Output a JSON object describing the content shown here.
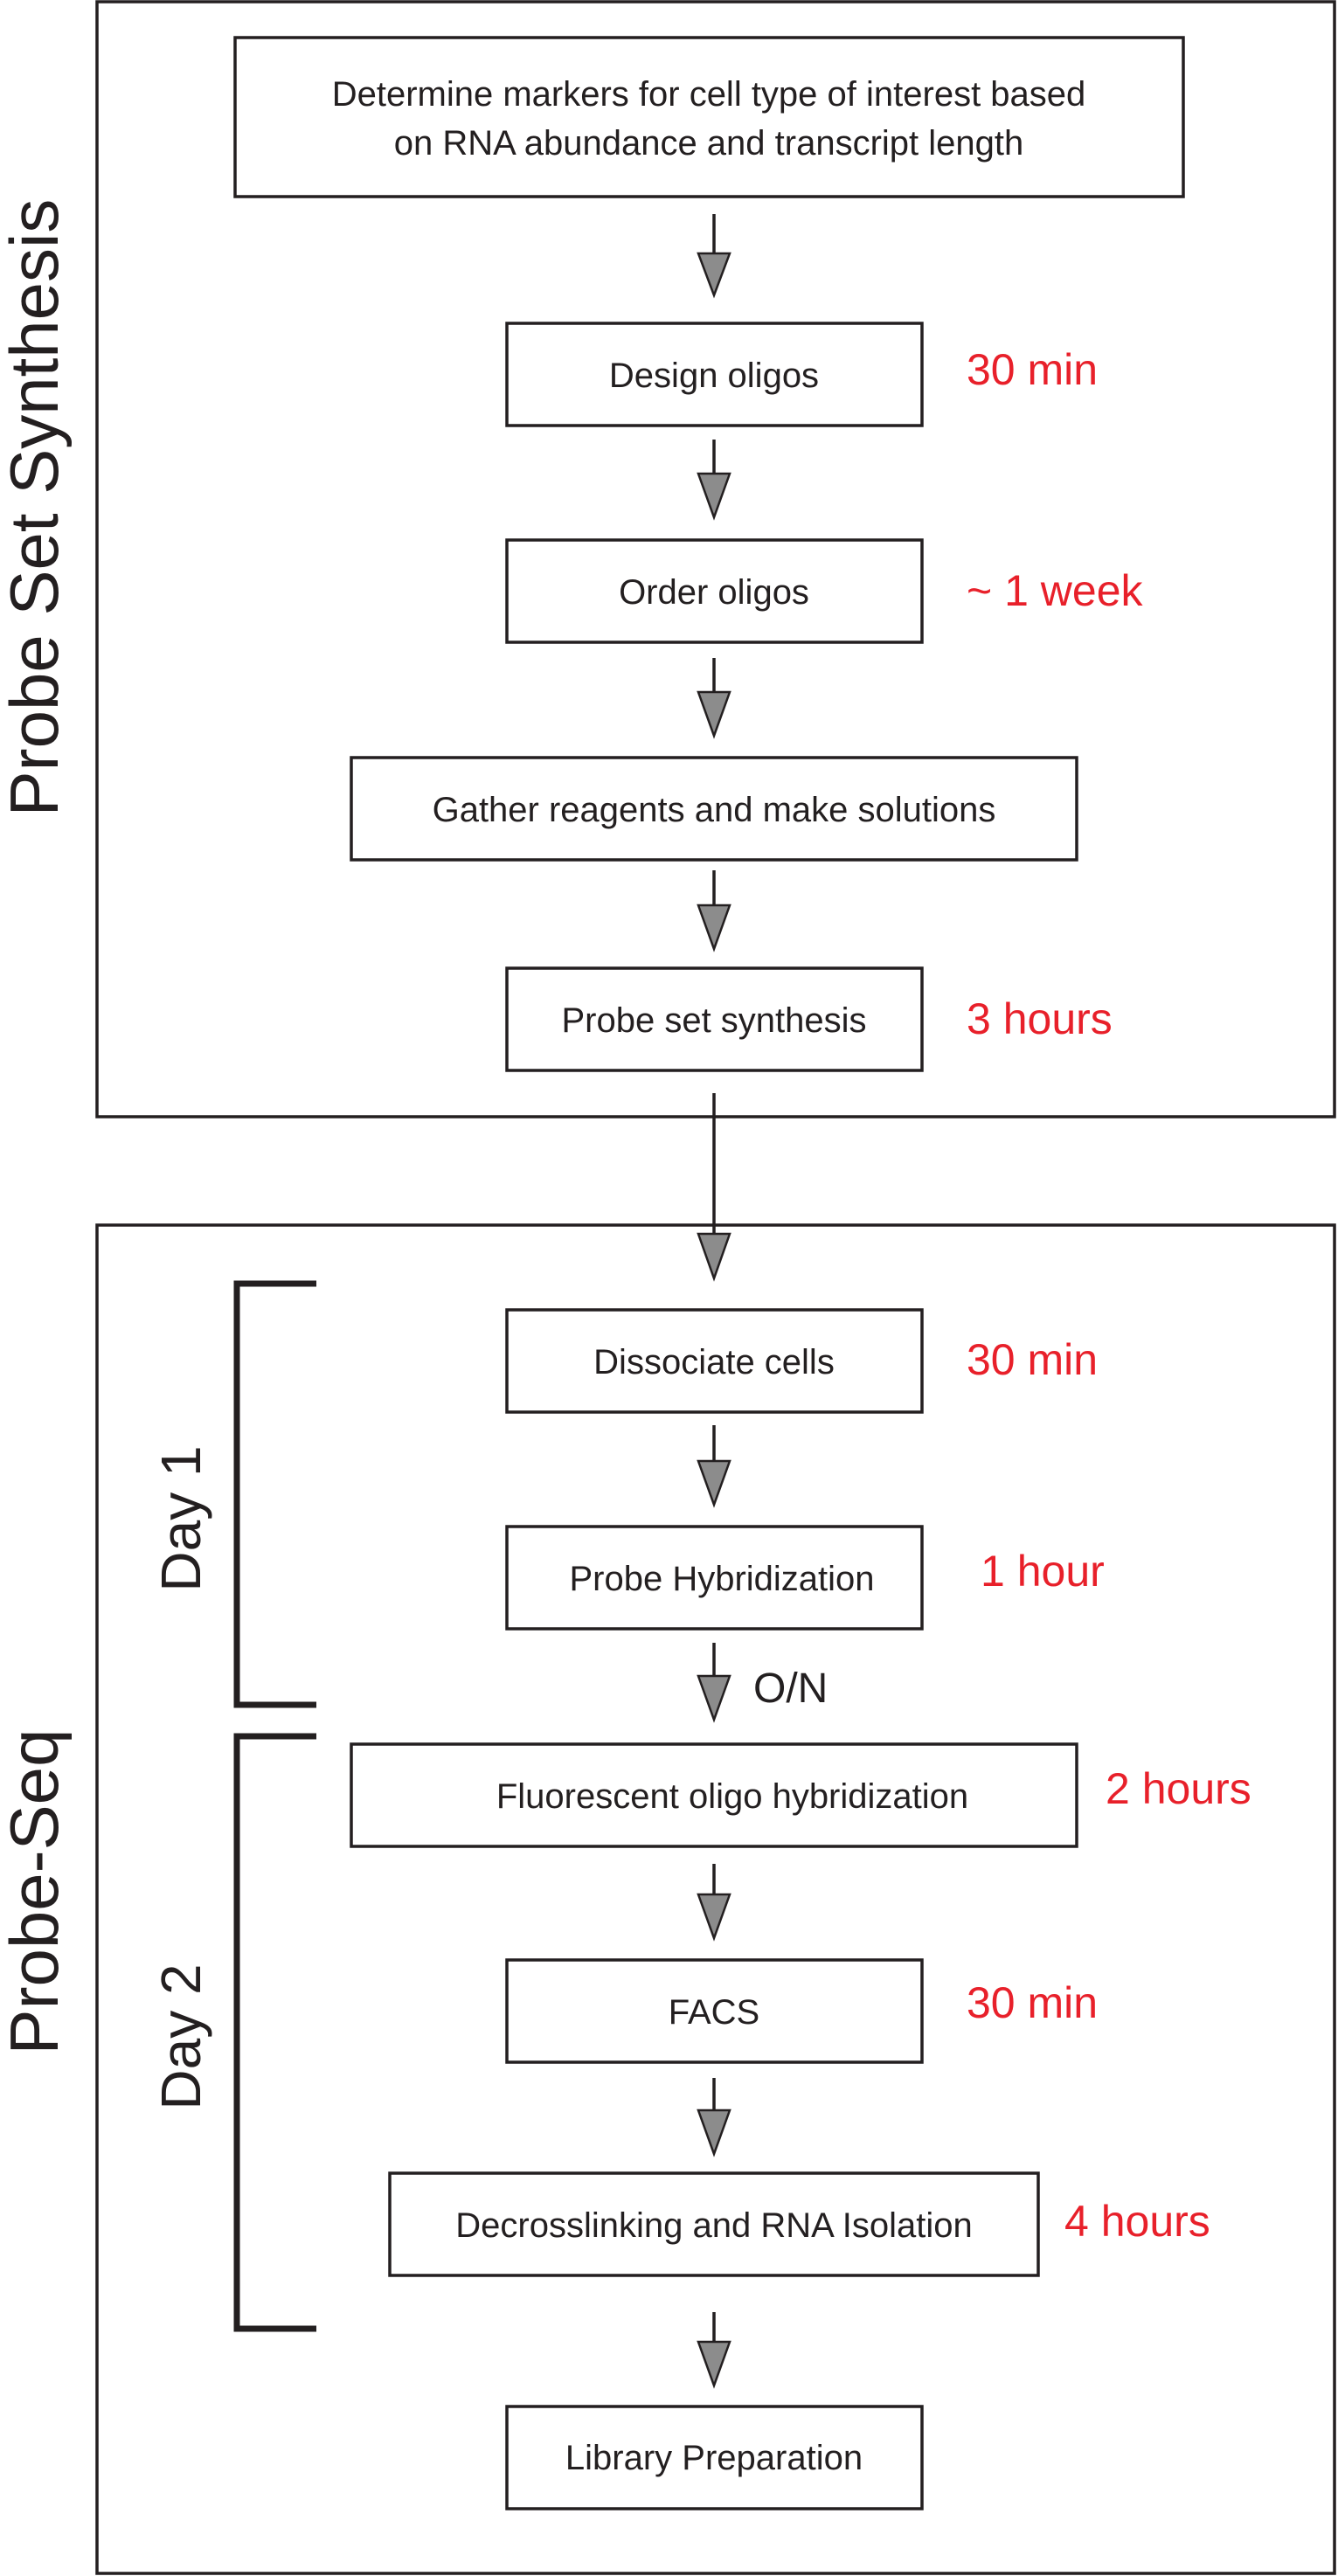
{
  "sections": {
    "probe_set_synthesis": "Probe Set Synthesis",
    "probe_seq": "Probe-Seq"
  },
  "days": {
    "day1": "Day 1",
    "day2": "Day 2"
  },
  "steps": {
    "markers_line1": "Determine markers for cell type of interest based",
    "markers_line2": "on RNA abundance and transcript length",
    "design": "Design oligos",
    "order": "Order oligos",
    "gather": "Gather reagents and make solutions",
    "synthesis": "Probe set synthesis",
    "dissociate": "Dissociate cells",
    "hybridization": "Probe Hybridization",
    "fluorescent": "Fluorescent oligo hybridization",
    "facs": "FACS",
    "decrosslinking": "Decrosslinking and RNA Isolation",
    "library": "Library Preparation"
  },
  "times": {
    "design": "30 min",
    "order": "~ 1 week",
    "synthesis": "3 hours",
    "dissociate": "30 min",
    "hybridization": "1 hour",
    "fluorescent": "2 hours",
    "facs": "30 min",
    "decrosslinking": "4 hours"
  },
  "overnight_label": "O/N",
  "colors": {
    "time_text": "#e8202a",
    "line": "#231f20",
    "arrow_fill": "#8c8c8c"
  }
}
